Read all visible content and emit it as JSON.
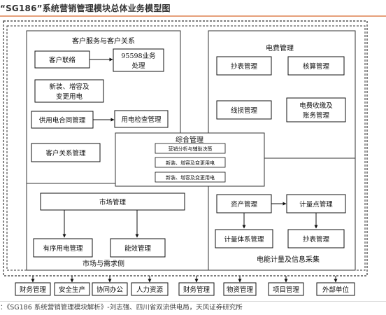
{
  "header": {
    "title": "“SG186”系统营销管理模块总体业务模型图"
  },
  "footer": {
    "source": "：《SG186 系统营销管理模块解析》-刘志强、四川省双流供电局，天风证券研究所"
  },
  "diagram": {
    "customer_service": {
      "title": "客户服务与客户关系",
      "customer_contact": "客户联络",
      "hotline_processing": [
        "95598业务",
        "处理"
      ],
      "new_install": [
        "新装、增容及",
        "变更用电"
      ],
      "power_contract": "供用电合同管理",
      "power_inspection": "用电检查管理",
      "customer_relations": "客户关系管理"
    },
    "billing": {
      "title": "电费管理",
      "meter_reading": "抄表管理",
      "accounting": "核算管理",
      "line_loss": "线损管理",
      "fee_collection": [
        "电费收缴及",
        "账务管理"
      ]
    },
    "integrated": {
      "title": "综合管理",
      "marketing_analysis": "营销分析与辅助决策",
      "new_install_1": "新装、增容及变更用电",
      "new_install_2": "新装、增容及变更用电"
    },
    "market": {
      "caption": "市场与需求侧",
      "market_management": "市场管理",
      "orderly_power": "有序用电管理",
      "efficiency": "能效管理"
    },
    "metering": {
      "caption": "电能计量及信息采集",
      "asset": "资产管理",
      "metering_point": "计量点管理",
      "metering_system": "计量体系管理",
      "meter_reading": "抄表管理"
    },
    "interfaces": [
      "财务管理",
      "安全生产",
      "协同办公",
      "人力资源",
      "财务管理",
      "物资管理",
      "项目管理",
      "外部单位"
    ]
  }
}
